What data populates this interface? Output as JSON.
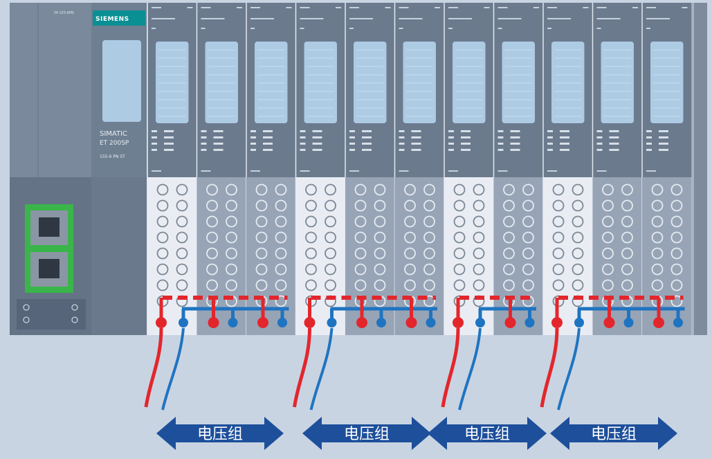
{
  "head": {
    "brand": "SIEMENS",
    "top_label": "IM 155-6PN",
    "product_line1": "SIMATIC",
    "product_line2": "ET 200SP",
    "product_line3": "155-6 PN ST"
  },
  "modules": [
    {
      "light": true
    },
    {
      "light": false
    },
    {
      "light": false
    },
    {
      "light": true
    },
    {
      "light": false
    },
    {
      "light": false
    },
    {
      "light": true
    },
    {
      "light": false
    },
    {
      "light": true
    },
    {
      "light": false
    },
    {
      "light": false
    }
  ],
  "potential_groups": [
    {
      "label": "电压组",
      "modules": [
        0,
        1,
        2
      ]
    },
    {
      "label": "电压组",
      "modules": [
        3,
        4,
        5
      ]
    },
    {
      "label": "电压组",
      "modules": [
        6,
        7
      ]
    },
    {
      "label": "电压组",
      "modules": [
        8,
        9,
        10
      ]
    }
  ],
  "colors": {
    "rack": "#6f7f92",
    "rack_dark": "#5c6b7d",
    "module_top": "#6b7a8d",
    "label_strip": "#aecbe4",
    "terminal_light": "#e9edf3",
    "terminal_dark": "#97a4b6",
    "connector_green": "#39b54a",
    "wire_red": "#e3262c",
    "wire_blue": "#1f74c1",
    "arrow": "#1d4f9b",
    "background": "#c9d4e2"
  }
}
